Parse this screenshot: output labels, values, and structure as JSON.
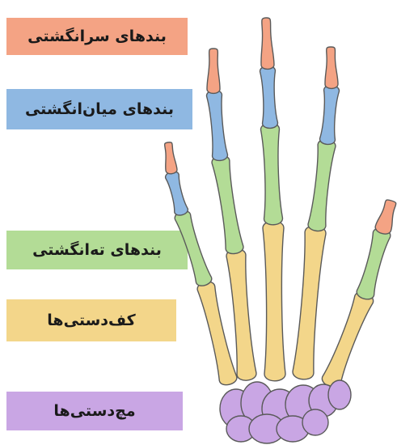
{
  "labels": {
    "distal": "بندهای سرانگشتی",
    "intermediate": "بندهای میان‌انگشتی",
    "proximal": "بندهای ته‌انگشتی",
    "metacarpals": "کف‌دستی‌ها",
    "carpals": "مچ‌دستی‌ها"
  },
  "colors": {
    "distal": "#f4a384",
    "intermediate": "#8fb8e2",
    "proximal": "#b3dc96",
    "metacarpals": "#f3d68a",
    "carpals": "#c9a6e4",
    "outline": "#5a5a5a"
  }
}
